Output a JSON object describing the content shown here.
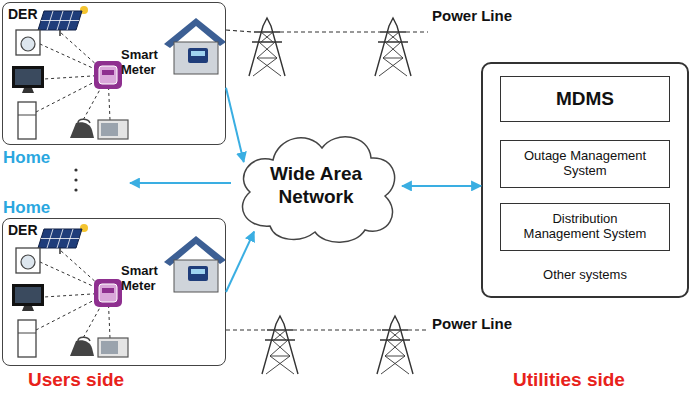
{
  "diagram": {
    "nodes": [
      {
        "text": [
          "DER",
          "Smart Meter",
          "Home"
        ]
      },
      {
        "text": [
          "Home",
          "DER",
          "Smart Meter"
        ]
      },
      {
        "text": [
          "Wide Area Network"
        ]
      },
      {
        "text": [
          "Other systems"
        ]
      },
      {
        "text": [
          "MDMS"
        ],
        "in": 3
      },
      {
        "text": [
          "Outage Management System"
        ],
        "in": 3
      },
      {
        "text": [
          "Distribution Management System"
        ],
        "in": 3
      }
    ],
    "edges": [
      {
        "from": 0,
        "to": 2,
        "arrow": "to"
      },
      {
        "from": 1,
        "to": 2,
        "arrow": "to"
      },
      {
        "from": 2,
        "to": 3,
        "arrow": "both"
      }
    ],
    "labels": [
      "Power Line",
      "Power Line",
      "Users side",
      "Utilities side"
    ]
  }
}
